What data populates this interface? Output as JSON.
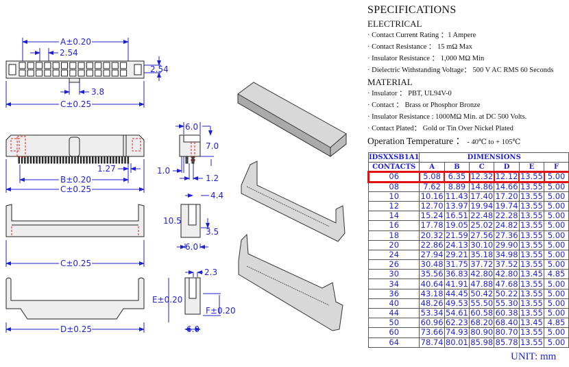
{
  "specs": {
    "title": "SPECIFICATIONS",
    "electrical_heading": "ELECTRICAL",
    "electrical": [
      "· Contact Current Rating ：1 Ampere",
      "· Contact Resistance ： 15 mΩ Max",
      "· Insulator Resistance ： 1,000 MΩ Min",
      "· Dielectric Withstanding Voltage： 500 V AC RMS 60 Seconds"
    ],
    "material_heading": "MATERIAL",
    "material": [
      "· Insulator ： PBT, UL94V-0",
      "· Contact ： Brass or Phosphor Bronze",
      "· Insulator Resistance : 1000MΩ  Min. at DC 500 Volts.",
      "· Contact Plated： Gold or Tin Over Nickel Plated"
    ],
    "operation_label": "Operation Temperature ：",
    "operation_value": "- 40℃ to + 105℃"
  },
  "table": {
    "part_header": "IDSXXSB1A1",
    "dimensions_header": "DIMENSIONS",
    "contacts_header": "CONTACTS",
    "columns": [
      "A",
      "B",
      "C",
      "D",
      "E",
      "F"
    ],
    "highlight_row": "06",
    "rows": [
      [
        "06",
        "5.08",
        "6.35",
        "12.32",
        "12.12",
        "13.55",
        "5.00"
      ],
      [
        "08",
        "7.62",
        "8.89",
        "14.86",
        "14.66",
        "13.55",
        "5.00"
      ],
      [
        "10",
        "10.16",
        "11.43",
        "17.40",
        "17.20",
        "13.55",
        "5.00"
      ],
      [
        "12",
        "12.70",
        "13.97",
        "19.94",
        "19.74",
        "13.55",
        "5.00"
      ],
      [
        "14",
        "15.24",
        "16.51",
        "22.48",
        "22.28",
        "13.55",
        "5.00"
      ],
      [
        "16",
        "17.78",
        "19.05",
        "25.02",
        "24.82",
        "13.55",
        "5.00"
      ],
      [
        "18",
        "20.32",
        "21.59",
        "27.56",
        "27.36",
        "13.55",
        "5.00"
      ],
      [
        "20",
        "22.86",
        "24.13",
        "30.10",
        "29.90",
        "13.55",
        "5.00"
      ],
      [
        "24",
        "27.94",
        "29.21",
        "35.18",
        "34.98",
        "13.55",
        "5.00"
      ],
      [
        "26",
        "30.48",
        "31.75",
        "37.72",
        "37.52",
        "13.55",
        "5.00"
      ],
      [
        "30",
        "35.56",
        "36.83",
        "42.80",
        "42.80",
        "13.45",
        "4.85"
      ],
      [
        "34",
        "40.64",
        "41.91",
        "47.88",
        "47.68",
        "13.55",
        "5.00"
      ],
      [
        "36",
        "43.18",
        "44.45",
        "50.42",
        "50.22",
        "13.55",
        "5.00"
      ],
      [
        "40",
        "48.26",
        "49.53",
        "55.50",
        "55.30",
        "13.55",
        "5.00"
      ],
      [
        "44",
        "53.34",
        "54.61",
        "60.58",
        "60.38",
        "13.55",
        "5.00"
      ],
      [
        "50",
        "60.96",
        "62.23",
        "68.20",
        "68.40",
        "13.45",
        "4.85"
      ],
      [
        "60",
        "73.66",
        "74.93",
        "80.90",
        "80.70",
        "13.55",
        "5.00"
      ],
      [
        "64",
        "78.74",
        "80.01",
        "85.98",
        "85.78",
        "13.55",
        "5.00"
      ]
    ]
  },
  "unit": "UNIT: mm",
  "dims": {
    "a": "A±0.20",
    "pitch_h": "2.54",
    "pitch_v": "2.54",
    "key": "3.8",
    "c1": "C±0.25",
    "c2": "C±0.25",
    "c3": "C±0.25",
    "b": "B±0.20",
    "pin_off": "1.27",
    "d": "D±0.25",
    "w6a": "6.0",
    "h7": "7.0",
    "t1": "1.0",
    "t12": "1.2",
    "w44": "4.4",
    "h105": "10.5",
    "h35": "3.5",
    "w6b": "6.0",
    "w23": "2.3",
    "e": "E±0.20",
    "f": "F±0.20",
    "w6c": "6.0"
  },
  "colors": {
    "dimension": "#1f1fd6",
    "highlight": "#e01010",
    "hidden": "#e02020"
  }
}
